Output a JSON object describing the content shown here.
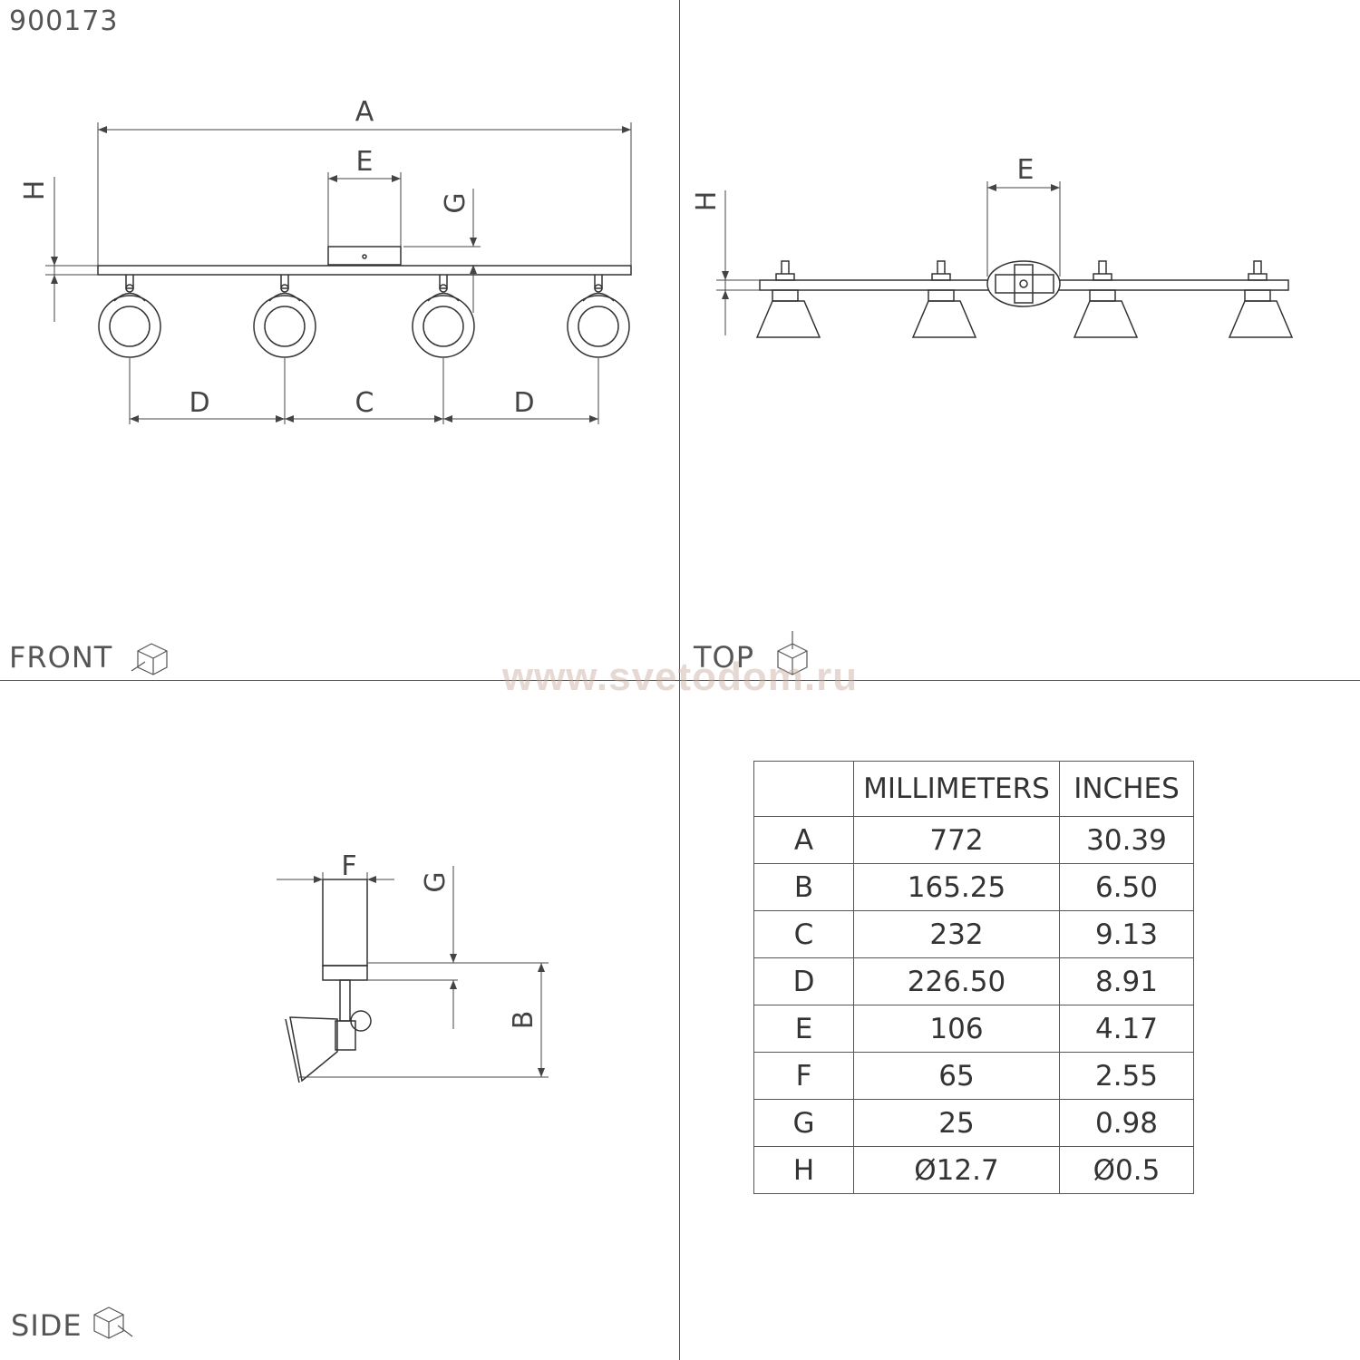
{
  "product_code": "900173",
  "watermark": "www.svetodom.ru",
  "views": {
    "front": "FRONT",
    "top": "TOP",
    "side": "SIDE"
  },
  "dimension_letters": [
    "A",
    "B",
    "C",
    "D",
    "E",
    "F",
    "G",
    "H"
  ],
  "table": {
    "headers": [
      "",
      "MILLIMETERS",
      "INCHES"
    ],
    "rows": [
      {
        "key": "A",
        "mm": "772",
        "in": "30.39"
      },
      {
        "key": "B",
        "mm": "165.25",
        "in": "6.50"
      },
      {
        "key": "C",
        "mm": "232",
        "in": "9.13"
      },
      {
        "key": "D",
        "mm": "226.50",
        "in": "8.91"
      },
      {
        "key": "E",
        "mm": "106",
        "in": "4.17"
      },
      {
        "key": "F",
        "mm": "65",
        "in": "2.55"
      },
      {
        "key": "G",
        "mm": "25",
        "in": "0.98"
      },
      {
        "key": "H",
        "mm": "Ø12.7",
        "in": "Ø0.5"
      }
    ]
  }
}
